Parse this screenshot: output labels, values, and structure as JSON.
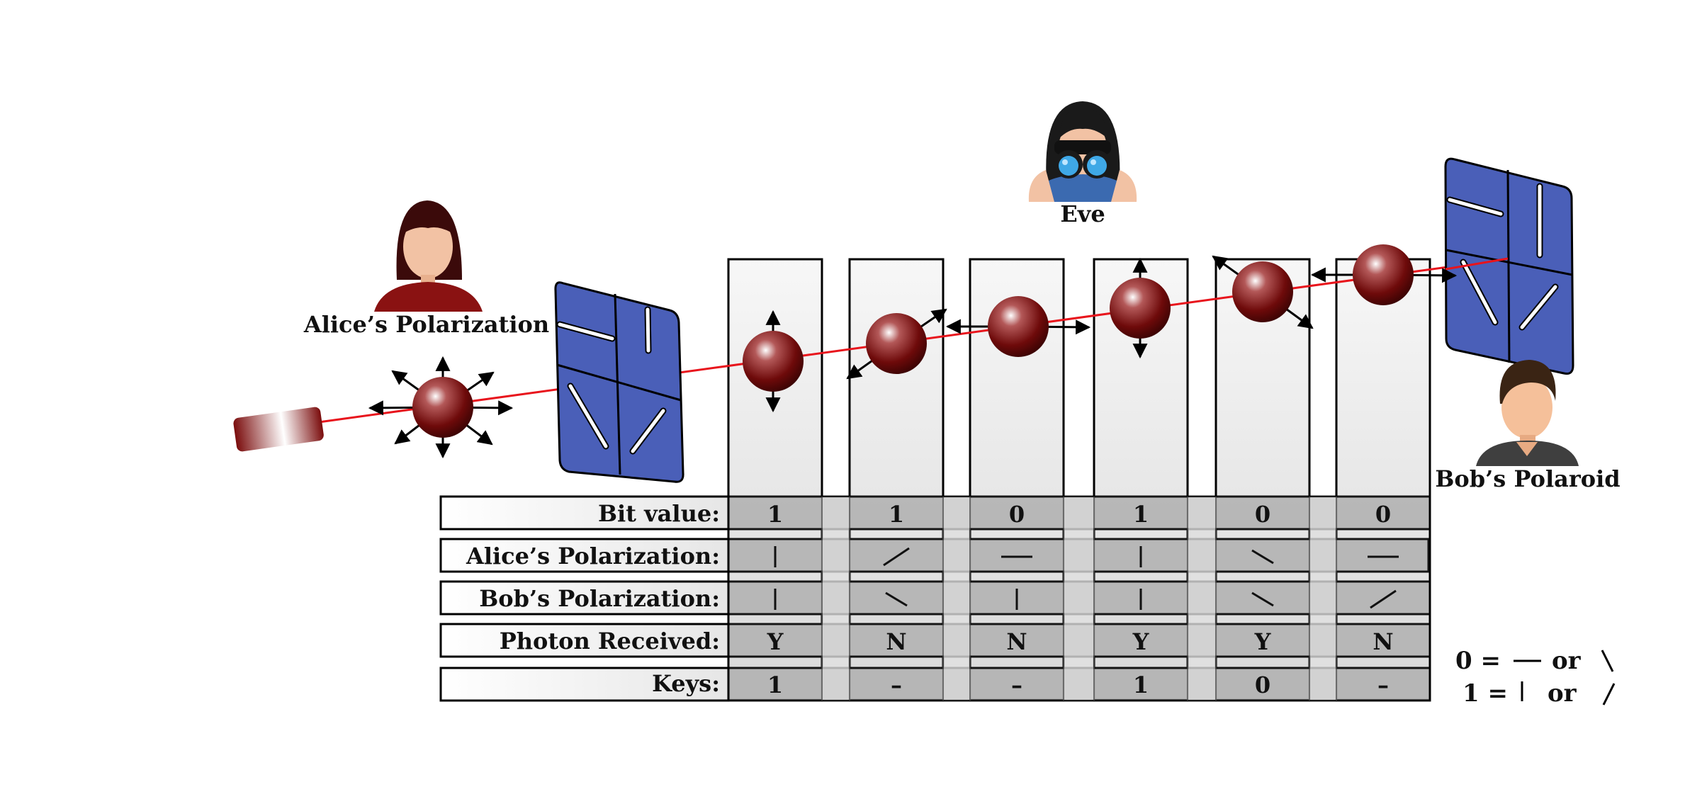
{
  "people": {
    "alice_label": "Alice’s Polarization",
    "eve_label": "Eve",
    "bob_label": "Bob’s Polaroid"
  },
  "table": {
    "row_labels": [
      "Bit value:",
      "Alice’s Polarization:",
      "Bob’s Polarization:",
      "Photon Received:",
      "Keys:"
    ],
    "bit_values": [
      "1",
      "1",
      "0",
      "1",
      "0",
      "0"
    ],
    "alice_polarization": [
      "vertical",
      "diagonal",
      "horizontal",
      "vertical",
      "antidiagonal",
      "horizontal"
    ],
    "bob_polarization": [
      "vertical",
      "antidiagonal",
      "vertical",
      "vertical",
      "antidiagonal",
      "diagonal"
    ],
    "photon_received": [
      "Y",
      "N",
      "N",
      "Y",
      "Y",
      "N"
    ],
    "keys": [
      "1",
      "–",
      "–",
      "1",
      "0",
      "–"
    ]
  },
  "legend": {
    "zero_label": "0 =",
    "zero_or": "or",
    "one_label": "1 =",
    "one_or": "or"
  },
  "colors": {
    "beam": "#e8141c",
    "photon": "#7a0c0c",
    "filter": "#4a5fb8",
    "row_fill": "#b3b3b3",
    "column_fill": "#ececec"
  }
}
